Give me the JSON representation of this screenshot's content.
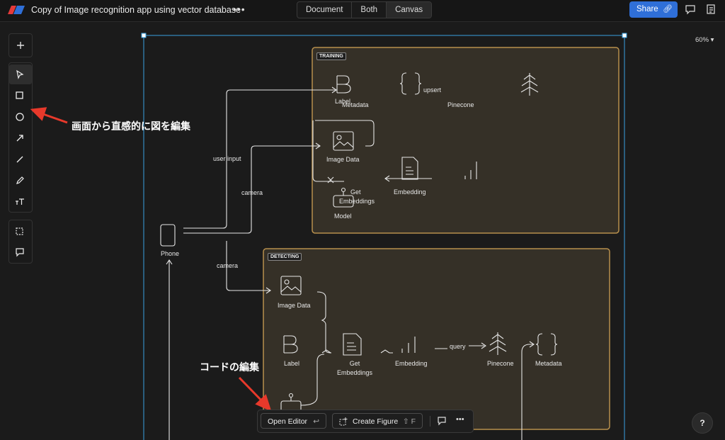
{
  "header": {
    "title": "Copy of Image recognition app using vector database",
    "more": "•••",
    "view_tabs": [
      "Document",
      "Both",
      "Canvas"
    ],
    "active_tab": "Canvas",
    "share_label": "Share",
    "zoom": "60%"
  },
  "toolbar": {
    "add": "plus-icon",
    "tools": [
      "cursor-icon",
      "rectangle-icon",
      "circle-icon",
      "arrow-icon",
      "line-icon",
      "pencil-icon",
      "text-icon"
    ],
    "extra": [
      "frame-icon",
      "comment-icon"
    ]
  },
  "diagram": {
    "training_tag": "TRAINING",
    "detecting_tag": "DETECTING",
    "phone": "Phone",
    "user_input": "user input",
    "camera1": "camera",
    "camera2": "camera",
    "t_label": "Label",
    "t_metadata": "Metadata",
    "t_upsert": "upsert",
    "t_pinecone": "Pinecone",
    "t_image_data": "Image Data",
    "t_get": "Get",
    "t_embeddings": "Embeddings",
    "t_embedding": "Embedding",
    "t_model": "Model",
    "d_image_data": "Image Data",
    "d_label": "Label",
    "d_get_embeddings": "Get\nEmbeddings",
    "d_embedding": "Embedding",
    "d_query": "query",
    "d_pinecone": "Pinecone",
    "d_metadata": "Metadata"
  },
  "annotations": {
    "edit_canvas": "画面から直感的に図を編集",
    "edit_code": "コードの編集",
    "accent": "#e8392b"
  },
  "bottom": {
    "open_editor": "Open Editor",
    "open_editor_key": "↩",
    "create_figure": "Create Figure",
    "create_figure_key": "⇧ F",
    "more": "•••"
  },
  "help": "?"
}
